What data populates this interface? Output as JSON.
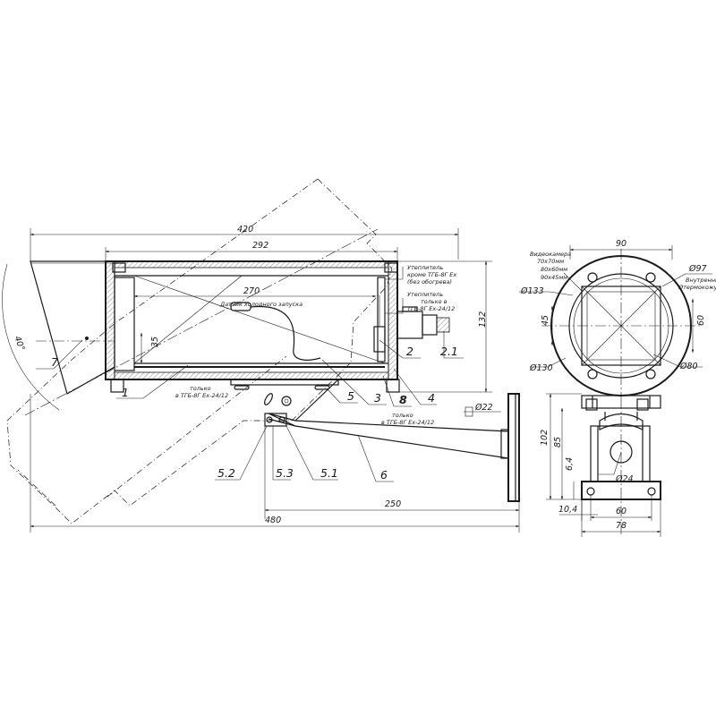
{
  "dimensions": {
    "overall_length": "420",
    "housing_length": "292",
    "inner_length": "270",
    "window_offset": "35",
    "height_132": "132",
    "total_480": "480",
    "bracket_250": "250",
    "bolt_dia_22": "Ø22",
    "side_width_90": "90",
    "dia_97": "Ø97",
    "dia_133": "Ø133",
    "size_45": "45",
    "size_60_v": "60",
    "dia_130": "Ø130",
    "dia_80": "Ø80",
    "height_102": "102",
    "height_85": "85",
    "size_6_4": "6,4",
    "dia_24": "Ø24",
    "size_10_4": "10,4",
    "width_60": "60",
    "width_78": "78",
    "angle_40": "40°"
  },
  "labels": {
    "p1": "1",
    "p2": "2",
    "p2_1": "2.1",
    "p3": "3",
    "p4": "4",
    "p5": "5",
    "p5_1": "5.1",
    "p5_2": "5.2",
    "p5_3": "5.3",
    "p6": "6",
    "p7": "7",
    "p8": "8"
  },
  "notes": {
    "heater_1": "Утеплитель",
    "heater_2": "кроме ТГБ-8Г Ex",
    "heater_3": "(без обогрева)",
    "heater2_1": "Утеплитель",
    "heater2_2": "только  в",
    "heater2_3": "ТГБ-8Г Ex-24/12",
    "sensor": "Датчик холодного запуска",
    "only_left_1": "только",
    "only_left_2": "в ТГБ-8Г Ex-24/12",
    "only_right_1": "только",
    "only_right_2": "в ТГБ-8Г Ex-24/12",
    "camera_1": "Видеокамера",
    "camera_2": "70x70мм",
    "camera_3": "80x60мм",
    "camera_4": "90x45мм",
    "inner_1": "Внутренний",
    "inner_2": "Øтермокожуха"
  }
}
